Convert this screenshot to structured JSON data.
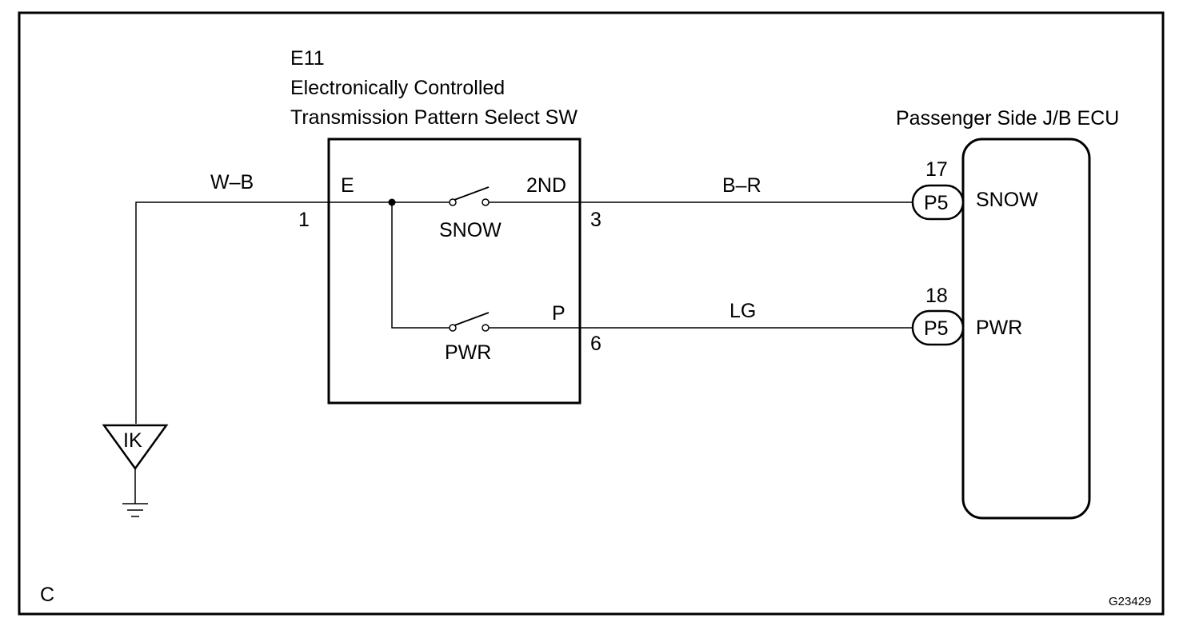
{
  "switch_component": {
    "code": "E11",
    "name_line1": "Electronically Controlled",
    "name_line2": "Transmission Pattern Select SW",
    "terminal_e": "E",
    "terminal_e_pin": "1",
    "terminal_2nd": "2ND",
    "terminal_2nd_pin": "3",
    "terminal_p": "P",
    "terminal_p_pin": "6",
    "switch_snow_label": "SNOW",
    "switch_pwr_label": "PWR"
  },
  "ecu": {
    "title": "Passenger Side J/B ECU",
    "snow_pin": "17",
    "snow_connector": "P5",
    "snow_label": "SNOW",
    "pwr_pin": "18",
    "pwr_connector": "P5",
    "pwr_label": "PWR"
  },
  "wires": {
    "ground_wire": "W–B",
    "snow_wire": "B–R",
    "pwr_wire": "LG"
  },
  "ground": {
    "point_label": "IK"
  },
  "corner_label": "C",
  "figure_code": "G23429"
}
